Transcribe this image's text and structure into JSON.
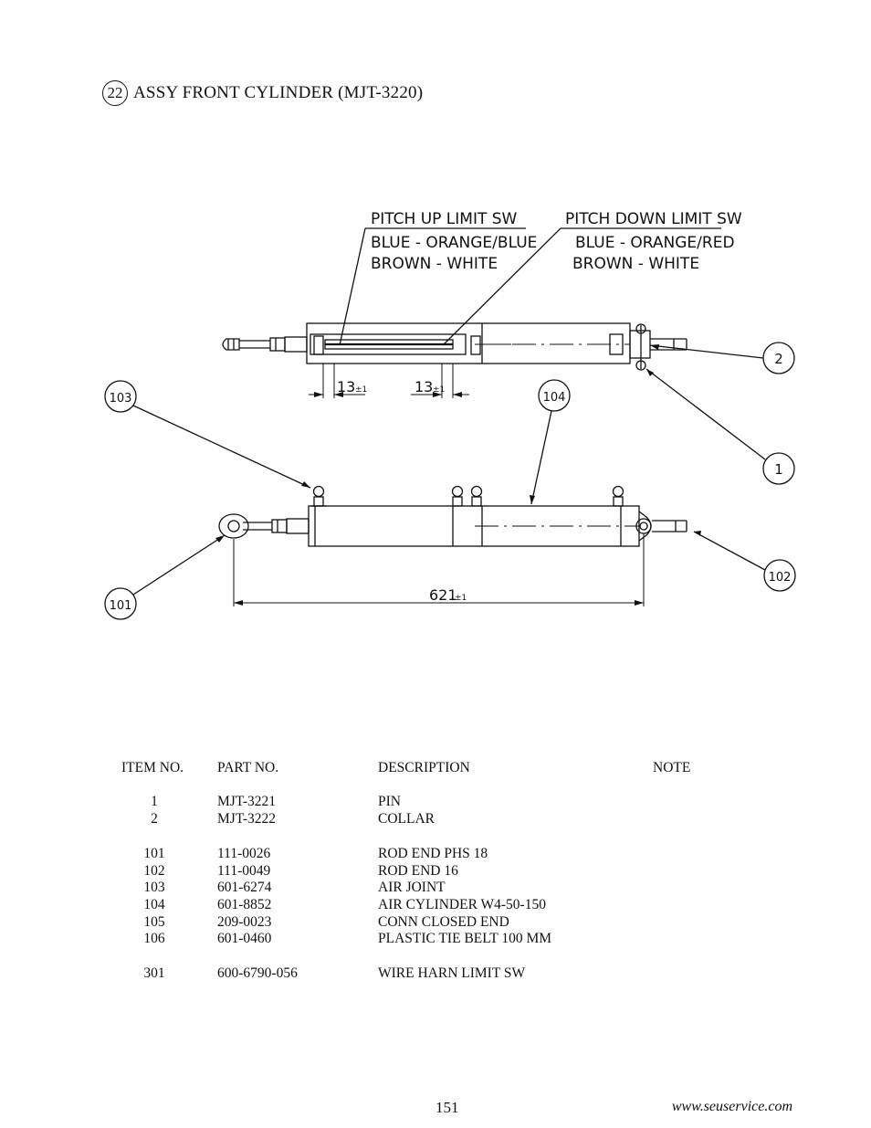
{
  "heading": {
    "number": "22",
    "title": "ASSY FRONT CYLINDER (MJT-3220)"
  },
  "drawing": {
    "callouts": {
      "pitch_up": [
        "PITCH UP LIMIT SW",
        "BLUE - ORANGE/BLUE",
        "BROWN - WHITE"
      ],
      "pitch_down": [
        "PITCH DOWN LIMIT SW",
        "BLUE - ORANGE/RED",
        "BROWN - WHITE"
      ]
    },
    "dims": {
      "left": "13",
      "left_tol": "±1",
      "right": "13",
      "right_tol": "±1",
      "length": "621",
      "length_tol": "±1"
    },
    "balloons": {
      "b2": "2",
      "b1": "1",
      "b103": "103",
      "b104": "104",
      "b101": "101",
      "b102": "102"
    }
  },
  "parts_table": {
    "headers": {
      "item": "ITEM NO.",
      "part": "PART NO.",
      "desc": "DESCRIPTION",
      "note": "NOTE"
    },
    "rows": [
      {
        "item": "1",
        "part": "MJT-3221",
        "desc": "PIN"
      },
      {
        "item": "2",
        "part": "MJT-3222",
        "desc": "COLLAR"
      },
      {
        "item": "101",
        "part": "111-0026",
        "desc": "ROD END PHS 18"
      },
      {
        "item": "102",
        "part": "111-0049",
        "desc": "ROD END 16"
      },
      {
        "item": "103",
        "part": "601-6274",
        "desc": "AIR JOINT"
      },
      {
        "item": "104",
        "part": "601-8852",
        "desc": "AIR CYLINDER W4-50-150"
      },
      {
        "item": "105",
        "part": "209-0023",
        "desc": "CONN CLOSED END"
      },
      {
        "item": "106",
        "part": "601-0460",
        "desc": "PLASTIC TIE BELT 100 MM"
      },
      {
        "item": "301",
        "part": "600-6790-056",
        "desc": "WIRE HARN LIMIT SW"
      }
    ]
  },
  "footer": {
    "page": "151",
    "url": "www.seuservice.com"
  }
}
